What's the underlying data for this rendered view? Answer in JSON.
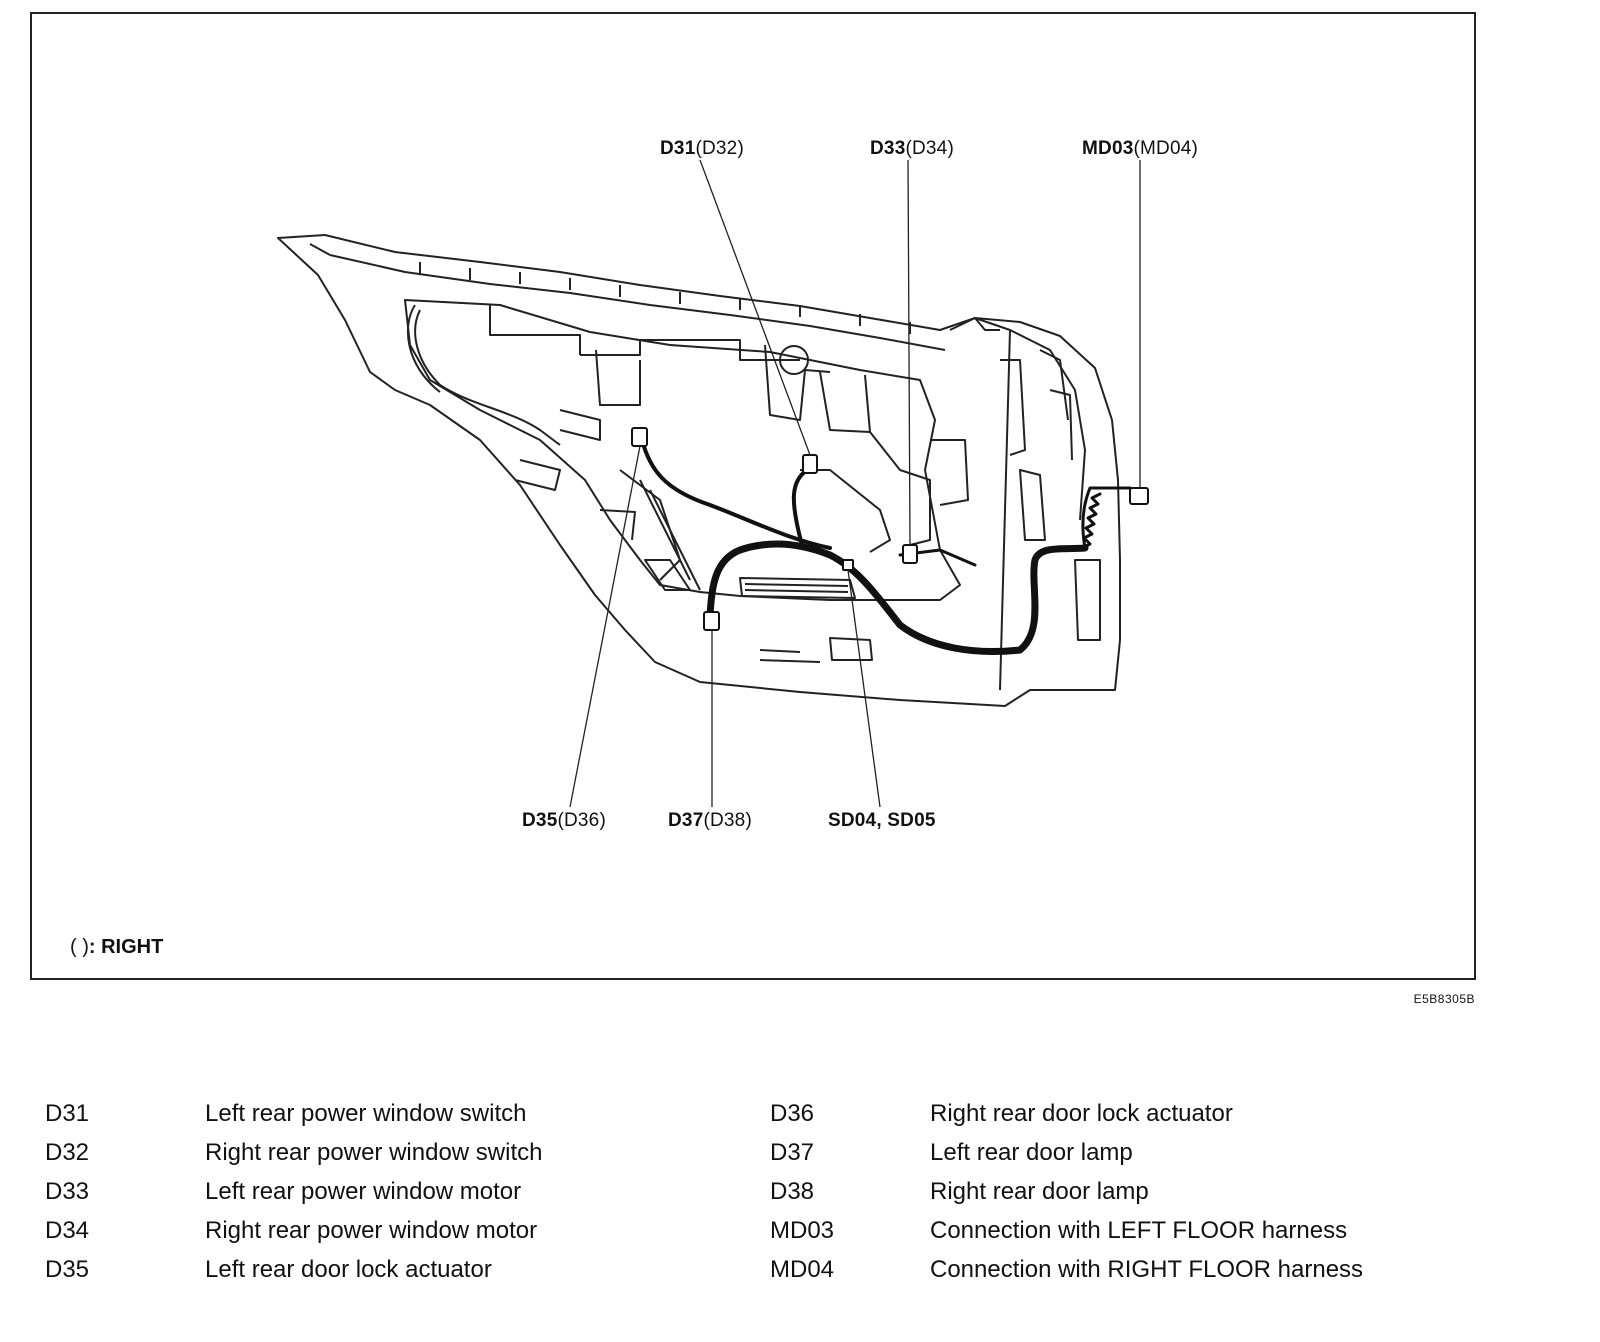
{
  "callouts": {
    "d31": {
      "main": "D31",
      "alt": "(D32)"
    },
    "d33": {
      "main": "D33",
      "alt": "(D34)"
    },
    "md03": {
      "main": "MD03",
      "alt": "(MD04)"
    },
    "d35": {
      "main": "D35",
      "alt": "(D36)"
    },
    "d37": {
      "main": "D37",
      "alt": "(D38)"
    },
    "sd04": {
      "main": "SD04, SD05"
    }
  },
  "note": {
    "paren": "(      )",
    "text": ": RIGHT"
  },
  "figure_id": "E5B8305B",
  "legend_left": [
    {
      "code": "D31",
      "desc": "Left rear power window switch"
    },
    {
      "code": "D32",
      "desc": "Right rear power window switch"
    },
    {
      "code": "D33",
      "desc": "Left rear power window motor"
    },
    {
      "code": "D34",
      "desc": "Right rear power window motor"
    },
    {
      "code": "D35",
      "desc": "Left rear door lock actuator"
    }
  ],
  "legend_right": [
    {
      "code": "D36",
      "desc": "Right rear door lock actuator"
    },
    {
      "code": "D37",
      "desc": "Left rear door lamp"
    },
    {
      "code": "D38",
      "desc": "Right rear door lamp"
    },
    {
      "code": "MD03",
      "desc": "Connection with LEFT FLOOR harness"
    },
    {
      "code": "MD04",
      "desc": "Connection with RIGHT FLOOR harness"
    }
  ]
}
